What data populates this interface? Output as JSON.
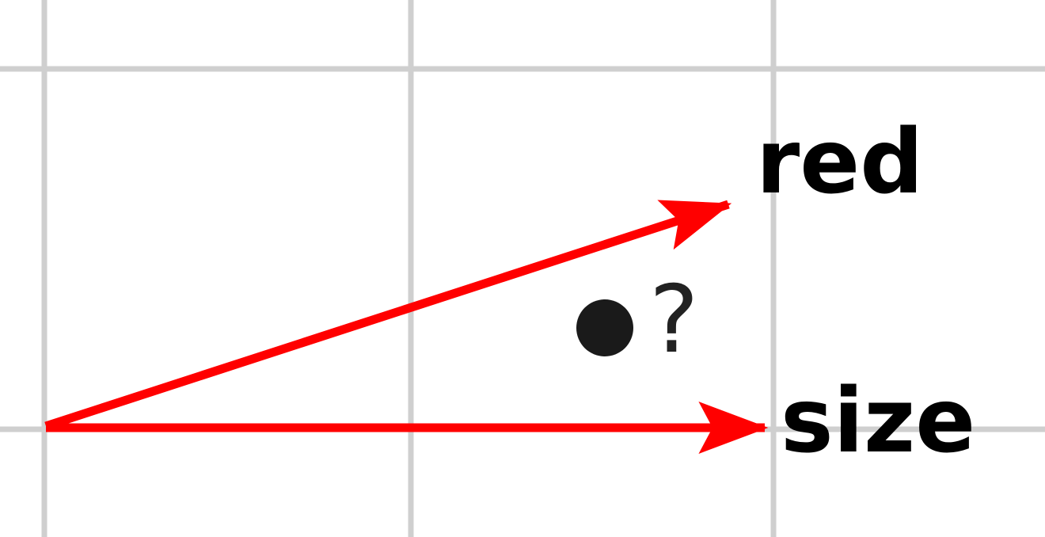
{
  "diagram": {
    "vectors": [
      {
        "id": "red",
        "label": "red",
        "color": "#ff0000"
      },
      {
        "id": "size",
        "label": "size",
        "color": "#ff0000"
      }
    ],
    "unknown_point": {
      "label": "?",
      "color": "#1a1a1a"
    },
    "grid_color": "#cfcfcf"
  }
}
